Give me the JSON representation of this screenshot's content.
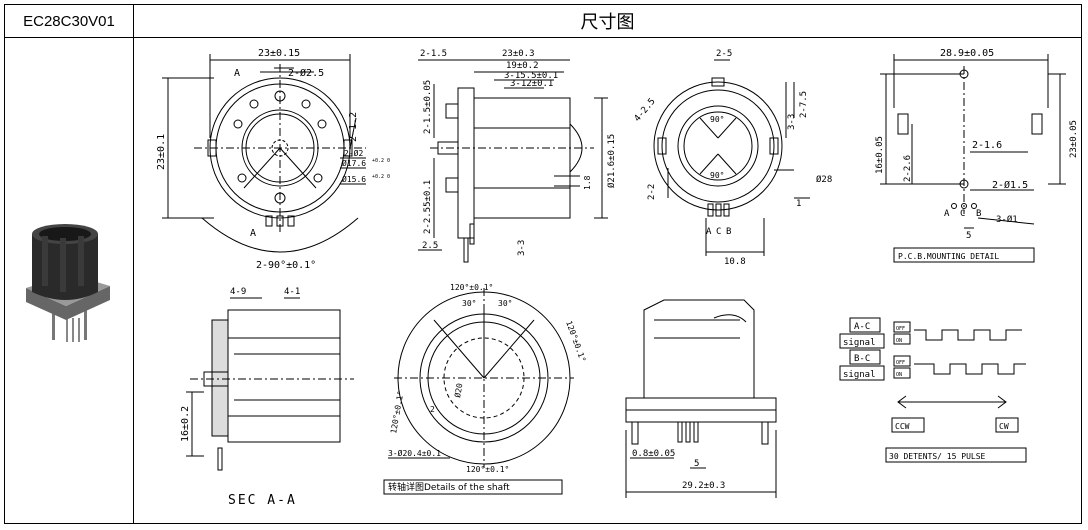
{
  "header": {
    "part_code": "EC28C30V01",
    "title": "尺寸图"
  },
  "view1": {
    "width_dim": "23±0.15",
    "height_dim": "23±0.1",
    "holes": "2-Ø2.5",
    "section_mark": "A",
    "pin_pitch": "2-1.2",
    "pin_dia": "2-Ø2",
    "dia_a": "Ø17.6",
    "dia_a_tol": "+0.2 0",
    "dia_b": "Ø15.6",
    "dia_b_tol": "+0.2 0",
    "angle": "2-90°±0.1°"
  },
  "view2": {
    "d1": "2-1.5",
    "d2": "23±0.3",
    "d3": "19±0.2",
    "d4": "3-15.5±0.1",
    "d5": "3-12±0.1",
    "d6": "2-1.5±0.05",
    "d7": "Ø21.6±0.15",
    "d8": "1.8",
    "d9": "2-2.55±0.1",
    "d10": "3-3",
    "d11": "2.5"
  },
  "view3": {
    "d1": "2-5",
    "d2": "4-2.5",
    "d3": "3-3",
    "d4": "2-7.5",
    "a1": "90°",
    "a2": "90°",
    "d5": "2-2",
    "d6": "Ø28",
    "d7": "1",
    "d8": "10.8",
    "pins": [
      "A",
      "C",
      "B"
    ]
  },
  "view4": {
    "d1": "28.9±0.05",
    "d2": "23±0.05",
    "d3": "16±0.05",
    "d4": "2-2.6",
    "d5": "2-1.6",
    "d6": "2-Ø1.5",
    "d7": "3-Ø1",
    "d8": "5",
    "pins": [
      "A",
      "C",
      "B"
    ],
    "caption": "P.C.B.MOUNTING DETAIL"
  },
  "view5": {
    "d1": "4-9",
    "d2": "4-1",
    "d3": "16±0.2",
    "caption": "SEC A-A"
  },
  "view6": {
    "a1": "120°±0.1°",
    "a2": "30°",
    "a3": "30°",
    "a4": "120°±0.1°",
    "a5": "120°±0.1°",
    "a6": "120°±0.1°",
    "d1": "3-Ø20.4±0.1",
    "d2": "Ø20",
    "d3": "2",
    "caption": "转轴详图Details of the shaft"
  },
  "view7": {
    "d1": "0.8±0.05",
    "d2": "5",
    "d3": "29.2±0.3"
  },
  "signals": {
    "ac_label": "A-C",
    "bc_label": "B-C",
    "signal_word": "signal",
    "off": "OFF",
    "on": "ON",
    "ccw": "CCW",
    "cw": "CW",
    "detents": "30 DETENTS/  15 PULSE"
  }
}
